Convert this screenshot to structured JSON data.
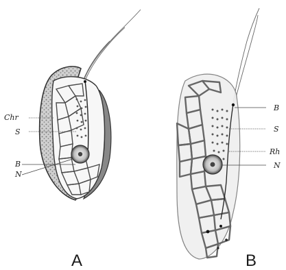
{
  "figure": {
    "panels": [
      {
        "id": "A",
        "panel_label": "A",
        "labels": {
          "chromatophore": "Chr",
          "s": "S",
          "b": "B",
          "n": "N"
        }
      },
      {
        "id": "B",
        "panel_label": "B",
        "labels": {
          "b": "B",
          "s": "S",
          "rh": "Rh",
          "n": "N"
        }
      }
    ]
  }
}
